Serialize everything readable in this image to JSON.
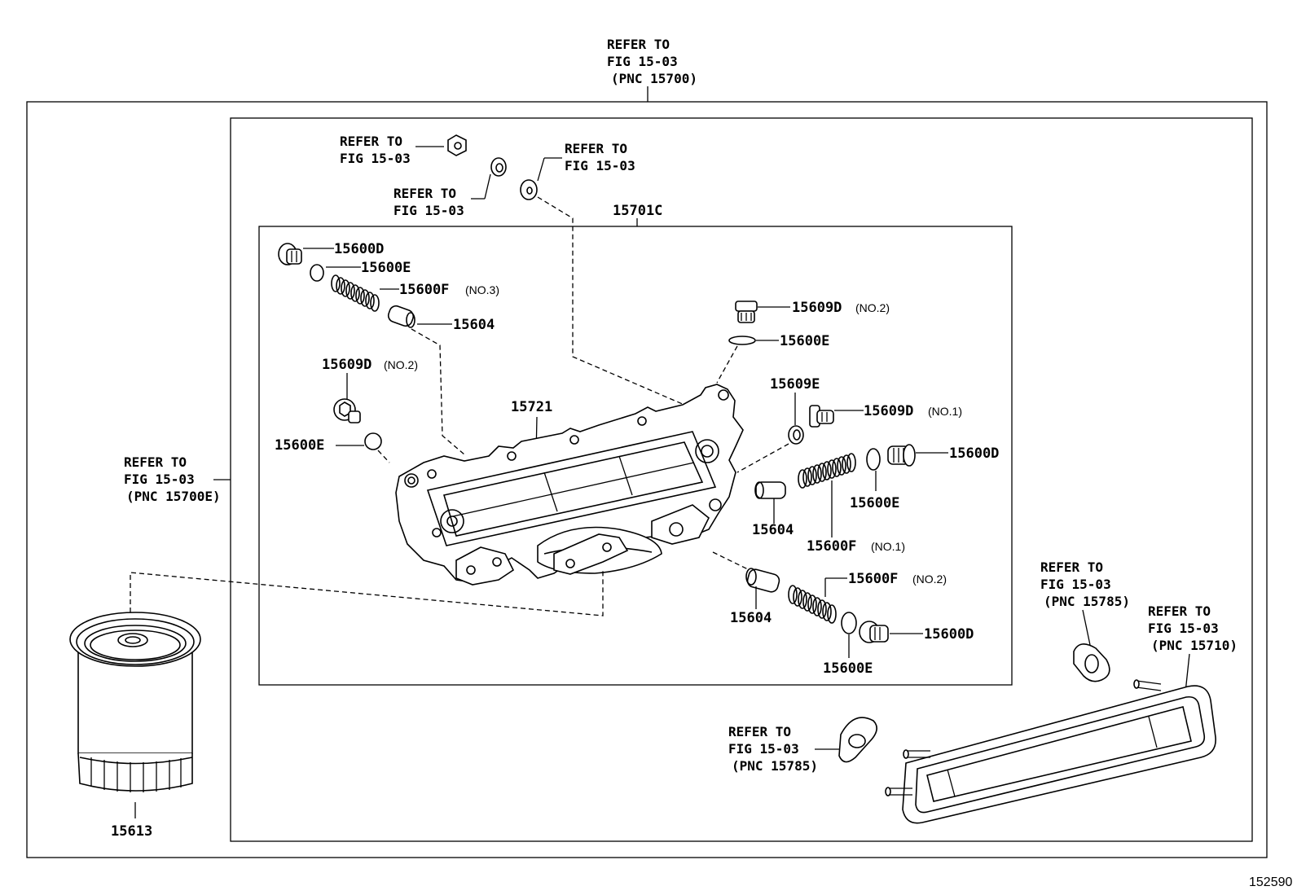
{
  "figure_id": "152590",
  "refer": {
    "top": [
      "REFER TO",
      "FIG 15-03",
      "(PNC 15700)"
    ],
    "left": [
      "REFER TO",
      "FIG 15-03",
      "(PNC 15700E)"
    ],
    "nut": [
      "REFER TO",
      "FIG 15-03"
    ],
    "washer_a": [
      "REFER TO",
      "FIG 15-03"
    ],
    "washer_b": [
      "REFER TO",
      "FIG 15-03"
    ],
    "gasket_upper": [
      "REFER TO",
      "FIG 15-03",
      "(PNC 15785)"
    ],
    "cooler": [
      "REFER TO",
      "FIG 15-03",
      "(PNC 15710)"
    ],
    "gasket_lower": [
      "REFER TO",
      "FIG 15-03",
      "(PNC 15785)"
    ]
  },
  "parts": {
    "assembly": "15701C",
    "body": "15721",
    "filter": "15613",
    "plug_15600d_1": "15600D",
    "ring_15600e_1": "15600E",
    "spring_15600f_3": "15600F",
    "spring_15600f_3_note": "(NO.3)",
    "valve_15604_1": "15604",
    "plug_15609d_left": "15609D",
    "plug_15609d_left_note": "(NO.2)",
    "ring_15600e_left": "15600E",
    "plug_15609d_top": "15609D",
    "plug_15609d_top_note": "(NO.2)",
    "ring_15600e_top": "15600E",
    "washer_15609e": "15609E",
    "plug_15609d_no1": "15609D",
    "plug_15609d_no1_note": "(NO.1)",
    "plug_15600d_right": "15600D",
    "ring_15600e_right": "15600E",
    "valve_15604_2": "15604",
    "spring_15600f_1": "15600F",
    "spring_15600f_1_note": "(NO.1)",
    "spring_15600f_2": "15600F",
    "spring_15600f_2_note": "(NO.2)",
    "valve_15604_3": "15604",
    "plug_15600d_bottom": "15600D",
    "ring_15600e_bottom": "15600E"
  }
}
